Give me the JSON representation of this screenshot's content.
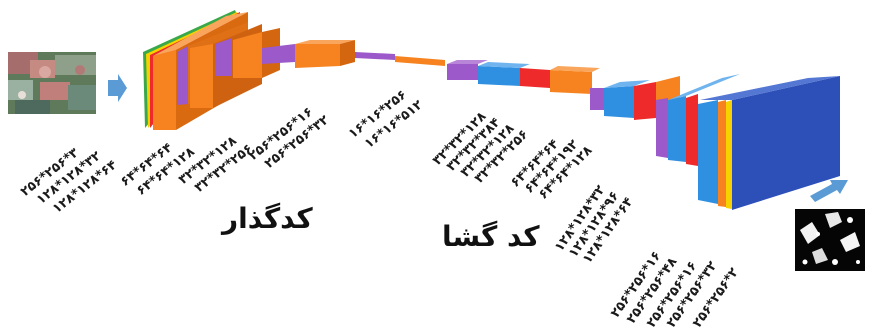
{
  "encoder": {
    "title": "کدگذار",
    "labels": [
      "۲۵۶*۲۵۶*۳",
      "۱۲۸*۱۲۸*۳۲",
      "۱۲۸*۱۲۸*۶۴",
      "۶۴*۶۴*۶۴",
      "۶۴*۶۴*۱۲۸",
      "۳۲*۳۲*۱۲۸",
      "۳۲*۳۲*۲۵۶",
      "۲۵۶*۲۵۶*۱۶",
      "۲۵۶*۲۵۶*۳۲"
    ]
  },
  "bottleneck": {
    "labels": [
      "۱۶*۱۶*۲۵۶",
      "۱۶*۱۶*۵۱۲"
    ]
  },
  "decoder": {
    "title": "کد گشا",
    "labels": [
      "۳۲*۳۲*۱۲۸",
      "۳۲*۳۲*۳۸۴",
      "۳۲*۳۲*۱۲۸",
      "۳۲*۳۲*۲۵۶",
      "۶۴*۶۴*۶۴",
      "۶۴*۶۴*۱۹۲",
      "۶۴*۶۴*۱۲۸",
      "۱۲۸*۱۲۸*۳۲",
      "۱۲۸*۱۲۸*۹۶",
      "۱۲۸*۱۲۸*۶۴",
      "۲۵۶*۲۵۶*۱۶",
      "۲۵۶*۲۵۶*۴۸",
      "۲۵۶*۲۵۶*۱۶",
      "۲۵۶*۲۵۶*۳۲",
      "۲۵۶*۲۵۶*۲"
    ]
  },
  "colors": {
    "orange": "#f6831f",
    "purple": "#9b59c9",
    "blue": "#2f8fe0",
    "red": "#ee2a2a",
    "green": "#3aa84a",
    "yellow": "#f5d200",
    "navy": "#2d4fb8",
    "arrow": "#5b9bd5"
  }
}
